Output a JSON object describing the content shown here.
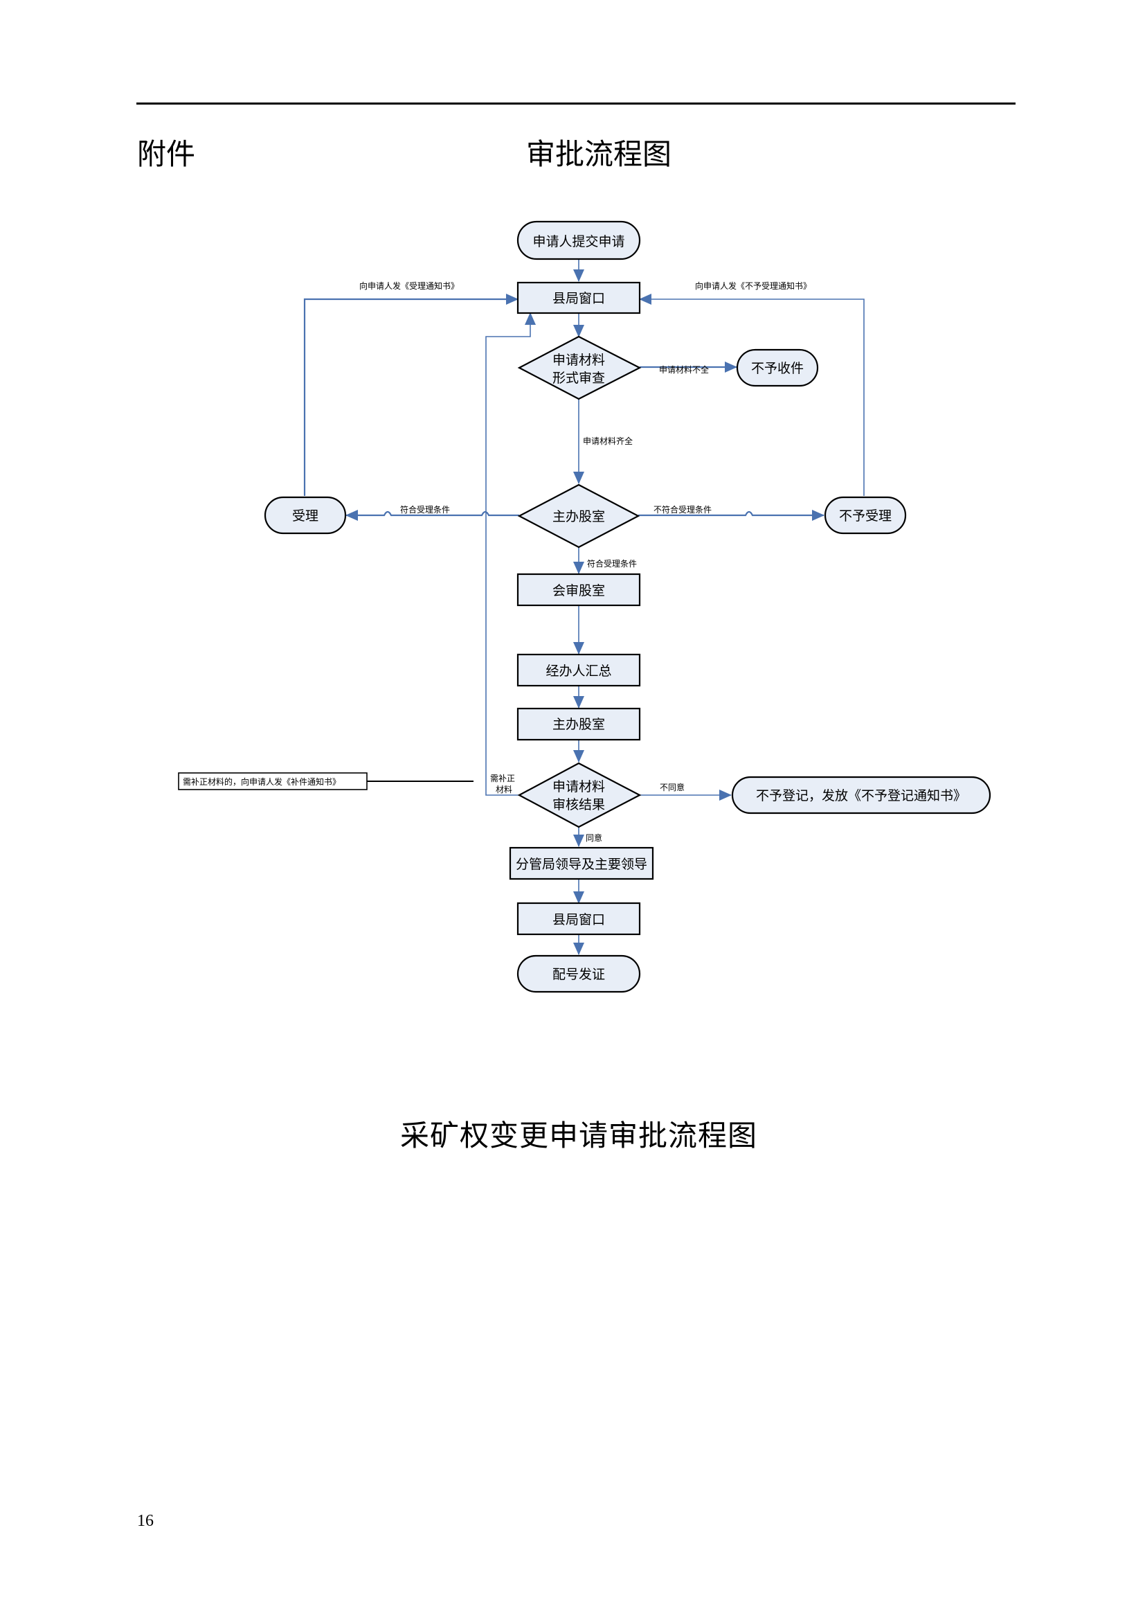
{
  "header": {
    "attachment_label": "附件",
    "title": "审批流程图"
  },
  "flowchart": {
    "nodes": {
      "submit": "申请人提交申请",
      "county_window_1": "县局窗口",
      "form_review_line1": "申请材料",
      "form_review_line2": "形式审查",
      "reject_receipt": "不予收件",
      "accept": "受理",
      "main_office_decision": "主办股室",
      "reject_accept": "不予受理",
      "joint_review": "会审股室",
      "handler_summary": "经办人汇总",
      "main_office": "主办股室",
      "review_result_line1": "申请材料",
      "review_result_line2": "审核结果",
      "reject_register": "不予登记，发放《不予登记通知书》",
      "leaders": "分管局领导及主要领导",
      "county_window_2": "县局窗口",
      "issue_license": "配号发证"
    },
    "edge_labels": {
      "send_accept_notice": "向申请人发《受理通知书》",
      "send_reject_notice": "向申请人发《不予受理通知书》",
      "materials_incomplete": "申请材料不全",
      "materials_complete": "申请材料齐全",
      "meets_conditions_left": "符合受理条件",
      "not_meets_conditions": "不符合受理条件",
      "meets_conditions_down": "符合受理条件",
      "needs_supplement_line1": "需补正",
      "needs_supplement_line2": "材料",
      "disagree": "不同意",
      "agree": "同意"
    },
    "note": "需补正材料的，向申请人发《补件通知书》"
  },
  "footer_title": "采矿权变更申请审批流程图",
  "page_number": "16",
  "colors": {
    "connector": "#4a72b0",
    "shape_fill": "#e8eef7",
    "outline": "#000000"
  }
}
